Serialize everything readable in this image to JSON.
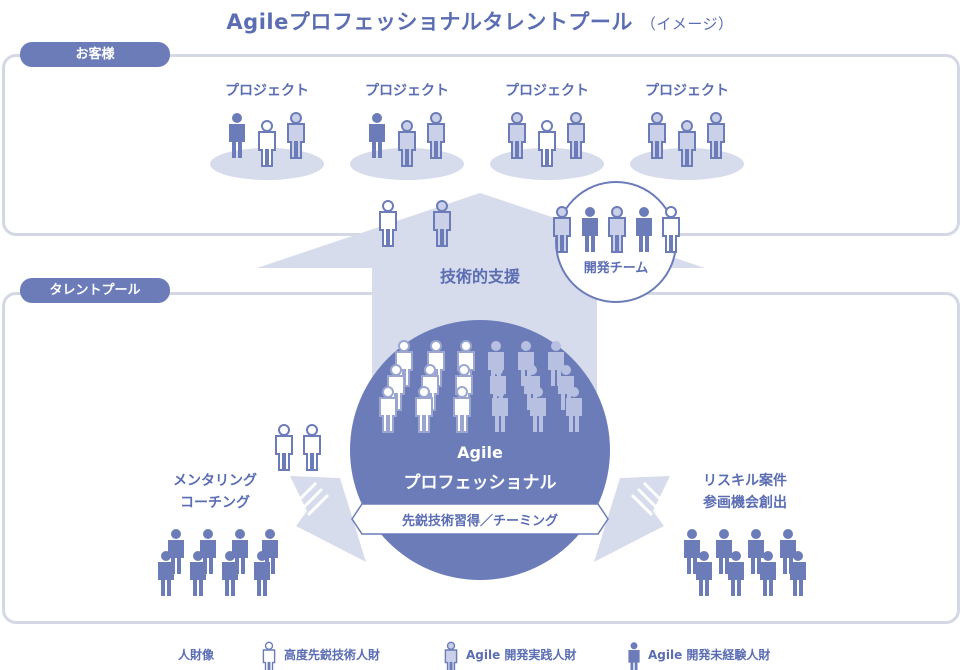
{
  "title": {
    "main": "Agileプロフェッショナルタレントプール",
    "sub": "（イメージ）"
  },
  "customer": {
    "pill": "お客様",
    "projects": [
      "プロジェクト",
      "プロジェクト",
      "プロジェクト",
      "プロジェクト"
    ]
  },
  "support": {
    "label": "技術的支援",
    "team_label": "開発チーム"
  },
  "pool": {
    "pill": "タレントプール"
  },
  "center": {
    "line1": "Agile",
    "line2": "プロフェッショナル",
    "banner": "先鋭技術習得／チーミング"
  },
  "left": {
    "line1": "メンタリング",
    "line2": "コーチング"
  },
  "right": {
    "line1": "リスキル案件",
    "line2": "参画機会創出"
  },
  "legend": {
    "title": "人財像",
    "items": [
      "高度先鋭技術人財",
      "Agile 開発実践人財",
      "Agile 開発未経験人財"
    ]
  },
  "colors": {
    "accent": "#6b7cb9",
    "dark": "#5b6db3",
    "light": "#d7dced",
    "panel_border": "#d4d8e4"
  },
  "icons": {
    "white": "person-outline-icon",
    "light": "person-light-icon",
    "dark": "person-filled-icon"
  }
}
